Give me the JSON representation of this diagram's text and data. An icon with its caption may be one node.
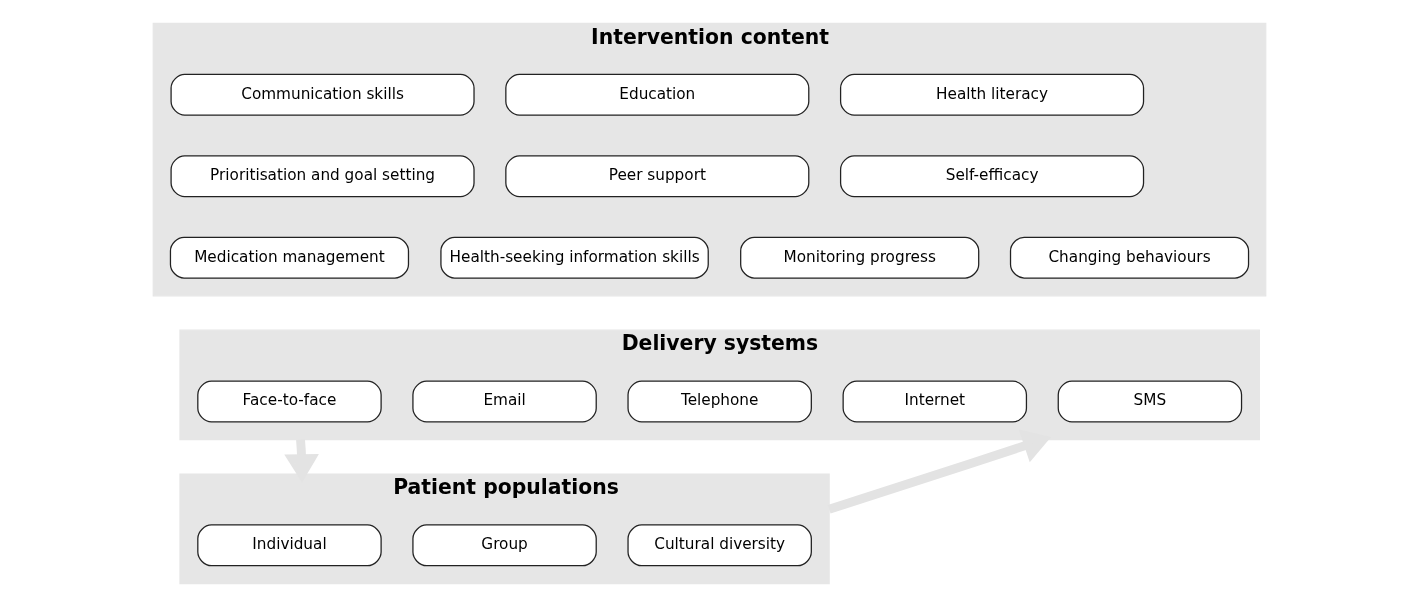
{
  "diagram": {
    "nodes": [
      {
        "text": [
          "Intervention content"
        ]
      },
      {
        "text": [
          "Communication skills"
        ],
        "in": 0
      },
      {
        "text": [
          "Education"
        ],
        "in": 0
      },
      {
        "text": [
          "Health literacy"
        ],
        "in": 0
      },
      {
        "text": [
          "Prioritisation and goal setting"
        ],
        "in": 0
      },
      {
        "text": [
          "Peer support"
        ],
        "in": 0
      },
      {
        "text": [
          "Self-efficacy"
        ],
        "in": 0
      },
      {
        "text": [
          "Medication management"
        ],
        "in": 0
      },
      {
        "text": [
          "Health-seeking information skills"
        ],
        "in": 0
      },
      {
        "text": [
          "Monitoring progress"
        ],
        "in": 0
      },
      {
        "text": [
          "Changing behaviours"
        ],
        "in": 0
      },
      {
        "text": [
          "Delivery systems"
        ]
      },
      {
        "text": [
          "Face-to-face"
        ],
        "in": 11
      },
      {
        "text": [
          "Email"
        ],
        "in": 11
      },
      {
        "text": [
          "Telephone"
        ],
        "in": 11
      },
      {
        "text": [
          "Internet"
        ],
        "in": 11
      },
      {
        "text": [
          "SMS"
        ],
        "in": 11
      },
      {
        "text": [
          "Patient populations"
        ]
      },
      {
        "text": [
          "Individual"
        ],
        "in": 17
      },
      {
        "text": [
          "Group"
        ],
        "in": 17
      },
      {
        "text": [
          "Cultural diversity"
        ],
        "in": 17
      }
    ],
    "edges": [
      {
        "from": 11,
        "to": 17,
        "arrow": "to",
        "color": "#e3e3e3"
      },
      {
        "from": 17,
        "to": 11,
        "arrow": "to",
        "color": "#e3e3e3"
      }
    ]
  }
}
